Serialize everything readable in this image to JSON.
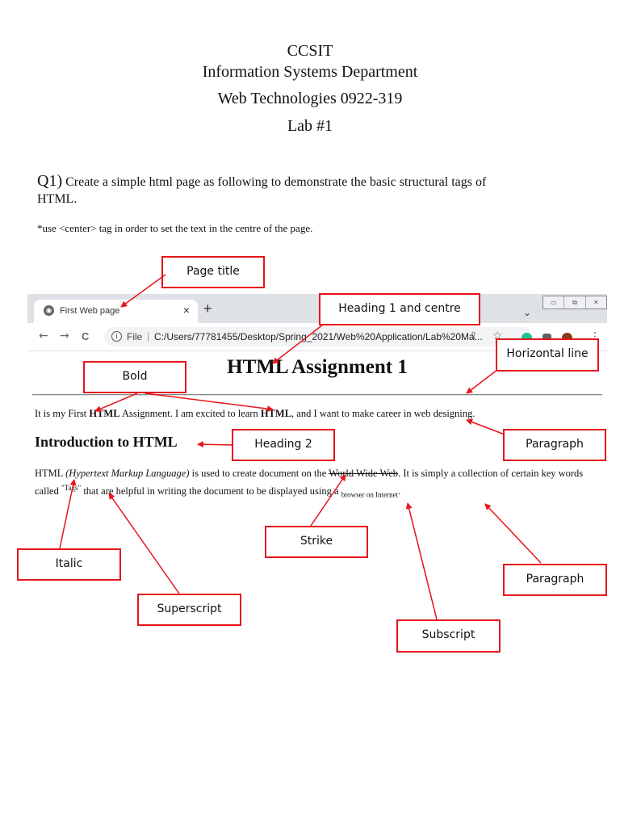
{
  "header": {
    "line1": "CCSIT",
    "line2": "Information Systems Department",
    "line3": "Web Technologies 0922-319",
    "line4": "Lab #1"
  },
  "question": {
    "number": "Q1)",
    "text": " Create a simple html page as following to demonstrate the basic structural tags of HTML.",
    "note": "*use <center> tag in order to set the text in the centre of the page."
  },
  "browser": {
    "tab_title": "First Web page",
    "tab_close": "×",
    "new_tab": "+",
    "tab_dropdown": "⌄",
    "window_controls": [
      "▭",
      "⧉",
      "✕"
    ],
    "nav": {
      "back": "←",
      "forward": "→",
      "reload": "C"
    },
    "address": {
      "info": "i",
      "file_label": "File",
      "separator": "|",
      "url": "C:/Users/77781455/Desktop/Spring_2021/Web%20Application/Lab%20Ma...",
      "share": "⇪",
      "star": "☆"
    },
    "menu": "⋮"
  },
  "page": {
    "h1": "HTML Assignment 1",
    "p1": {
      "a": "It is my First ",
      "b": "HTML",
      "c": " Assignment. I am excited to learn ",
      "d": "HTML",
      "e": ", and I want to make career in web designing."
    },
    "h2": "Introduction to HTML",
    "p2": {
      "a": "HTML ",
      "italic": "(Hypertext Markup Language)",
      "b": " is used to create document on the ",
      "strike": "World Wide Web",
      "c": ". It is simply a collection of certain key words called ",
      "sup": "\"Tags\"",
      "d": " that are helpful in writing the document to be displayed using a ",
      "sub": "browser on Internet",
      "e": "."
    }
  },
  "annotations": {
    "page_title": "Page title",
    "heading1": "Heading 1 and centre",
    "horizontal_line": "Horizontal line",
    "bold": "Bold",
    "paragraph1": "Paragraph",
    "heading2": "Heading 2",
    "strike": "Strike",
    "italic": "Italic",
    "paragraph2": "Paragraph",
    "superscript": "Superscript",
    "subscript": "Subscript"
  },
  "colors": {
    "annotation_border": "#e8141b",
    "arrow": "#e8141b"
  }
}
